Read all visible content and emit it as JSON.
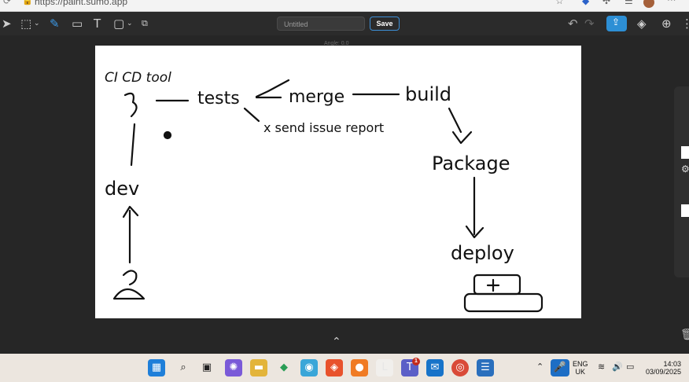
{
  "browser": {
    "url": "https://paint.sumo.app"
  },
  "toolbar": {
    "title_value": "Untitled",
    "save_label": "Save",
    "title_placeholder": "Untitled"
  },
  "canvas": {
    "angle_label": "Angle: 0.0",
    "drawing_text": {
      "cicd_tool": "CI CD tool",
      "tests": "tests",
      "merge": "merge",
      "build": "build",
      "send_issue_report": "x send issue report",
      "package": "Package",
      "deploy": "deploy",
      "dev": "dev"
    }
  },
  "taskbar": {
    "lang_1": "ENG",
    "lang_2": "UK",
    "time": "14:03",
    "date": "03/09/2025",
    "notification_badge": "1"
  },
  "colors": {
    "accent": "#2d8fd5",
    "canvas": "#ffffff",
    "app_bg": "#262626"
  }
}
